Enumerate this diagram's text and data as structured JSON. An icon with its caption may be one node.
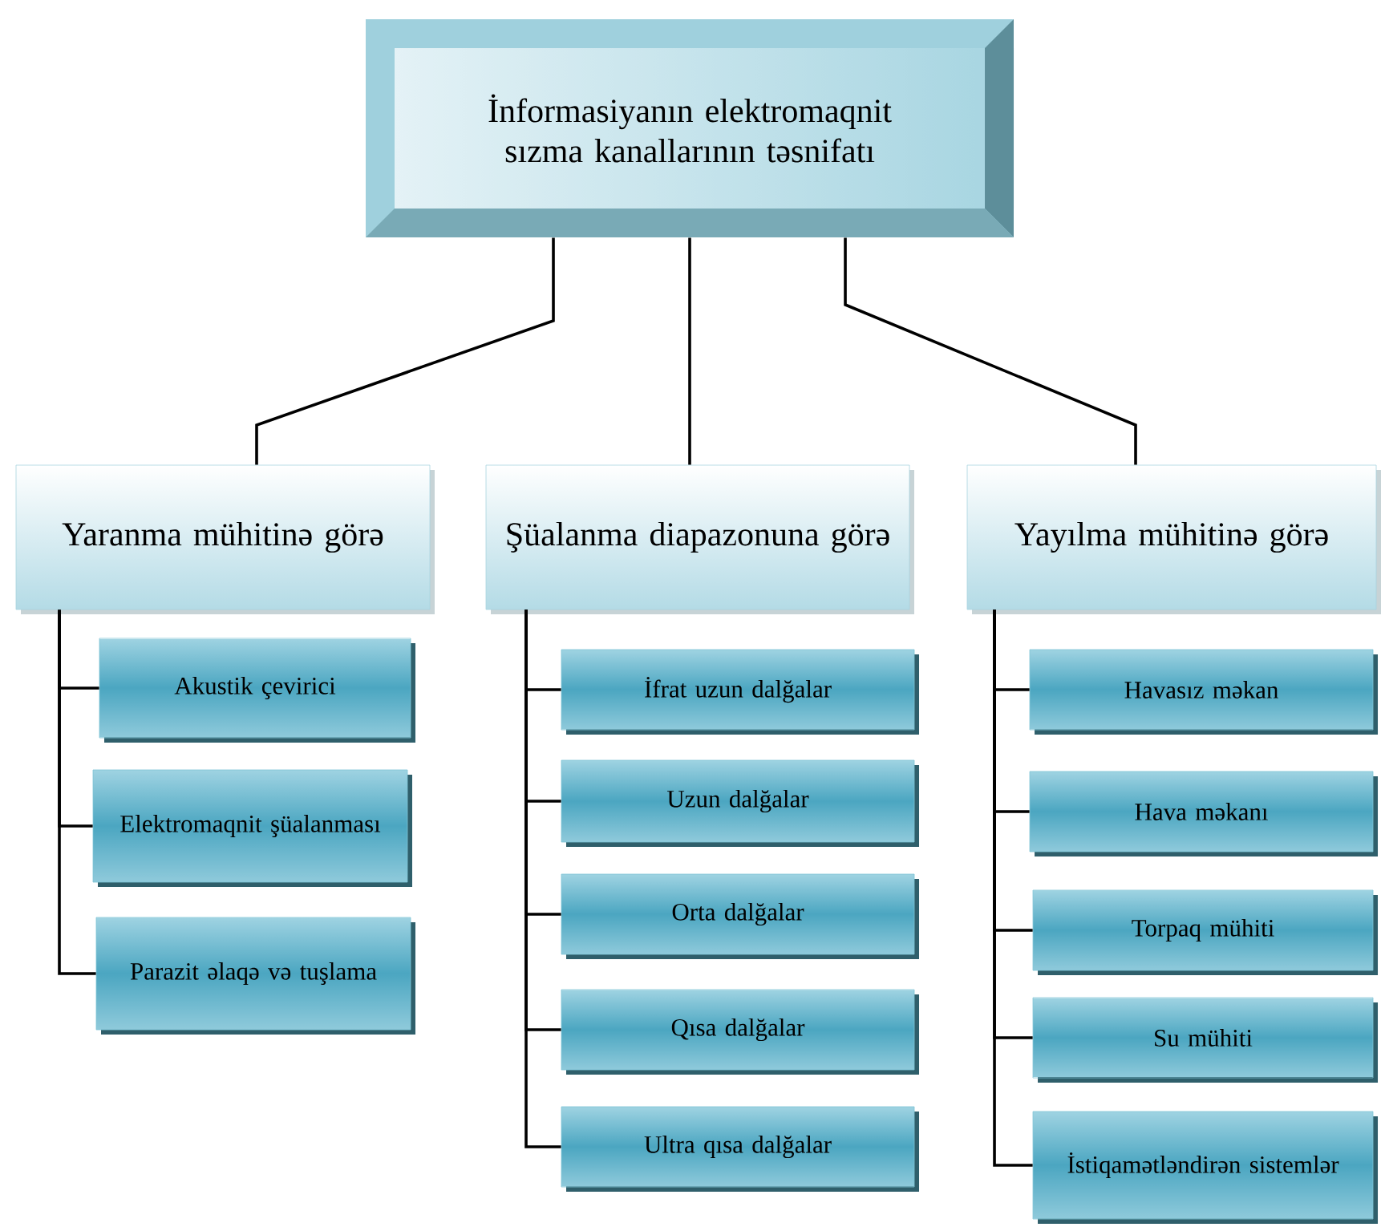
{
  "diagram": {
    "nodes": [
      {
        "text": [
          "İnformasiyanın elektromaqnit sızma kanallarının təsnifatı"
        ]
      },
      {
        "text": [
          "Yaranma mühitinə görə"
        ]
      },
      {
        "text": [
          "Şüalanma diapazonuna görə"
        ]
      },
      {
        "text": [
          "Yayılma mühitinə görə"
        ]
      },
      {
        "text": [
          "Akustik çevirici"
        ]
      },
      {
        "text": [
          "Elektromaqnit şüalanması"
        ]
      },
      {
        "text": [
          "Parazit əlaqə və tuşlama"
        ]
      },
      {
        "text": [
          "İfrat uzun dalğalar"
        ]
      },
      {
        "text": [
          "Uzun dalğalar"
        ]
      },
      {
        "text": [
          "Orta dalğalar"
        ]
      },
      {
        "text": [
          "Qısa dalğalar"
        ]
      },
      {
        "text": [
          "Ultra qısa dalğalar"
        ]
      },
      {
        "text": [
          "Havasız məkan"
        ]
      },
      {
        "text": [
          "Hava məkanı"
        ]
      },
      {
        "text": [
          "Torpaq mühiti"
        ]
      },
      {
        "text": [
          "Su mühiti"
        ]
      },
      {
        "text": [
          "İstiqamətləndirən sistemlər"
        ]
      }
    ],
    "edges": [
      {
        "from": 0,
        "to": 1,
        "arrow": "none"
      },
      {
        "from": 0,
        "to": 2,
        "arrow": "none"
      },
      {
        "from": 0,
        "to": 3,
        "arrow": "none"
      },
      {
        "from": 1,
        "to": 4,
        "arrow": "none"
      },
      {
        "from": 1,
        "to": 5,
        "arrow": "none"
      },
      {
        "from": 1,
        "to": 6,
        "arrow": "none"
      },
      {
        "from": 2,
        "to": 7,
        "arrow": "none"
      },
      {
        "from": 2,
        "to": 8,
        "arrow": "none"
      },
      {
        "from": 2,
        "to": 9,
        "arrow": "none"
      },
      {
        "from": 2,
        "to": 10,
        "arrow": "none"
      },
      {
        "from": 2,
        "to": 11,
        "arrow": "none"
      },
      {
        "from": 3,
        "to": 12,
        "arrow": "none"
      },
      {
        "from": 3,
        "to": 13,
        "arrow": "none"
      },
      {
        "from": 3,
        "to": 14,
        "arrow": "none"
      },
      {
        "from": 3,
        "to": 15,
        "arrow": "none"
      },
      {
        "from": 3,
        "to": 16,
        "arrow": "none"
      }
    ]
  }
}
